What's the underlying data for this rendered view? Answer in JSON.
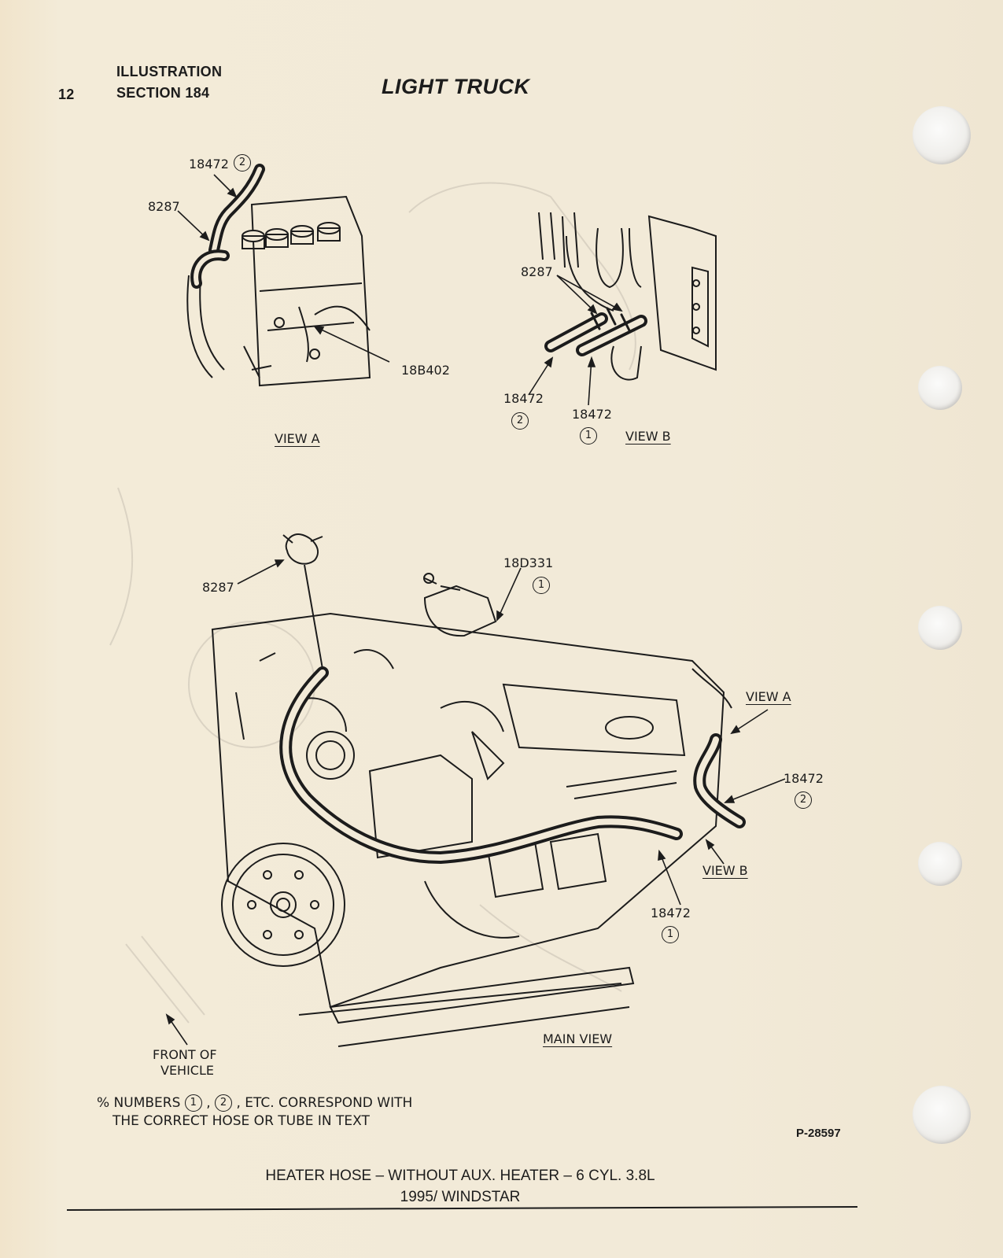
{
  "header": {
    "page_number": "12",
    "illustration": "ILLUSTRATION",
    "section": "SECTION 184",
    "title": "LIGHT TRUCK"
  },
  "view_a": {
    "label": "VIEW A",
    "callouts": {
      "hose": "18472",
      "hose_circle": "2",
      "clamp": "8287",
      "tube": "18B402"
    }
  },
  "view_b": {
    "label": "VIEW B",
    "callouts": {
      "clamp": "8287",
      "hose_left": "18472",
      "hose_left_circle": "2",
      "hose_right": "18472",
      "hose_right_circle": "1"
    }
  },
  "main_view": {
    "label": "MAIN VIEW",
    "callouts": {
      "clamp": "8287",
      "bracket": "18D331",
      "bracket_circle": "1",
      "view_a_ref": "VIEW A",
      "view_b_ref": "VIEW B",
      "hose_right": "18472",
      "hose_right_circle": "2",
      "hose_bottom": "18472",
      "hose_bottom_circle": "1",
      "front_of_vehicle": [
        "FRONT OF",
        "VEHICLE"
      ]
    }
  },
  "note": {
    "prefix": "% NUMBERS",
    "circle1": "1",
    "circle2": "2",
    "line1_suffix": ", ETC. CORRESPOND WITH",
    "line2": "THE CORRECT HOSE OR TUBE IN TEXT"
  },
  "figure_id": "P-28597",
  "footer": {
    "caption": "HEATER HOSE – WITHOUT AUX. HEATER – 6 CYL. 3.8L",
    "model": "1995/ WINDSTAR"
  }
}
